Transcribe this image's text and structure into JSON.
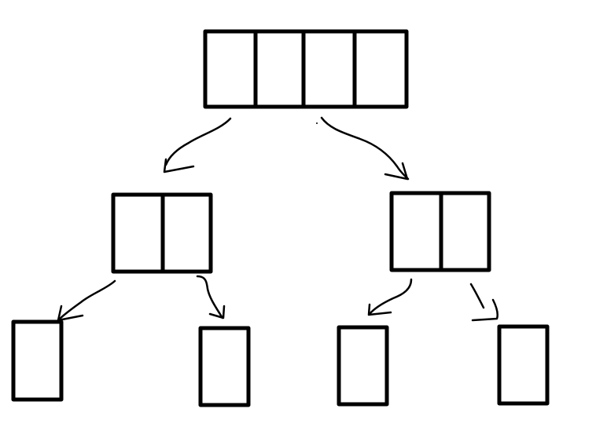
{
  "diagram": {
    "type": "tree",
    "description_visible_text": "",
    "colors": {
      "background": "#ffffff",
      "stroke": "#000000"
    },
    "nodes": [
      {
        "id": "root",
        "cells": 4,
        "level": 0
      },
      {
        "id": "left-child",
        "cells": 2,
        "level": 1
      },
      {
        "id": "right-child",
        "cells": 2,
        "level": 1
      },
      {
        "id": "leaf-1",
        "cells": 1,
        "level": 2
      },
      {
        "id": "leaf-2",
        "cells": 1,
        "level": 2
      },
      {
        "id": "leaf-3",
        "cells": 1,
        "level": 2
      },
      {
        "id": "leaf-4",
        "cells": 1,
        "level": 2
      }
    ],
    "edges": [
      {
        "from": "root",
        "to": "left-child"
      },
      {
        "from": "root",
        "to": "right-child"
      },
      {
        "from": "left-child",
        "to": "leaf-1"
      },
      {
        "from": "left-child",
        "to": "leaf-2"
      },
      {
        "from": "right-child",
        "to": "leaf-3"
      },
      {
        "from": "right-child",
        "to": "leaf-4"
      }
    ]
  }
}
